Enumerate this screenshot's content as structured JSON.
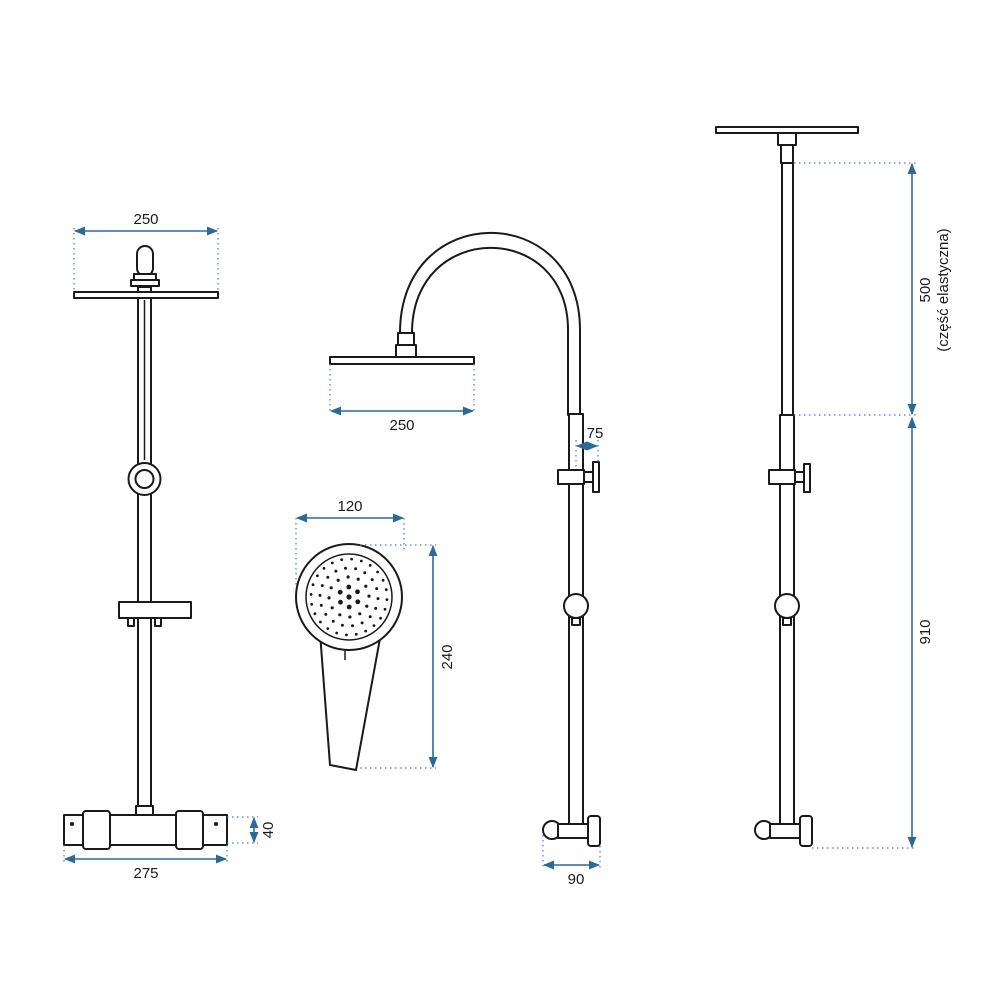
{
  "colors": {
    "line": "#1a1a1a",
    "dimension": "#2b6a97",
    "background": "#ffffff"
  },
  "dimensions": {
    "front_head_width": "250",
    "mixer_width": "275",
    "mixer_height": "40",
    "side_head_width": "250",
    "hand_head_width": "120",
    "hand_length": "240",
    "holder_offset": "75",
    "wall_offset": "90",
    "flexible_length": "500",
    "flexible_note": "(część elastyczna)",
    "lower_length": "910"
  }
}
